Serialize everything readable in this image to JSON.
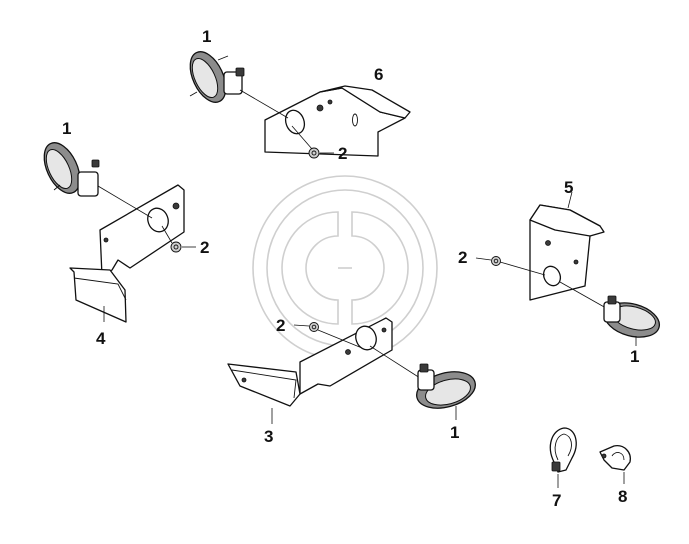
{
  "watermark": {
    "icon": "company-logo-watermark",
    "color": "#cfcfcf"
  },
  "callouts": {
    "c1_top": "1",
    "c6": "6",
    "c2_top": "2",
    "c1_left": "1",
    "c2_left": "2",
    "c4": "4",
    "c5": "5",
    "c2_right": "2",
    "c1_right": "1",
    "c2_mid": "2",
    "c3": "3",
    "c1_bottom": "1",
    "c7": "7",
    "c8": "8"
  },
  "colors": {
    "line": "#111111",
    "lens": "#8c8c8c",
    "background": "#ffffff"
  }
}
